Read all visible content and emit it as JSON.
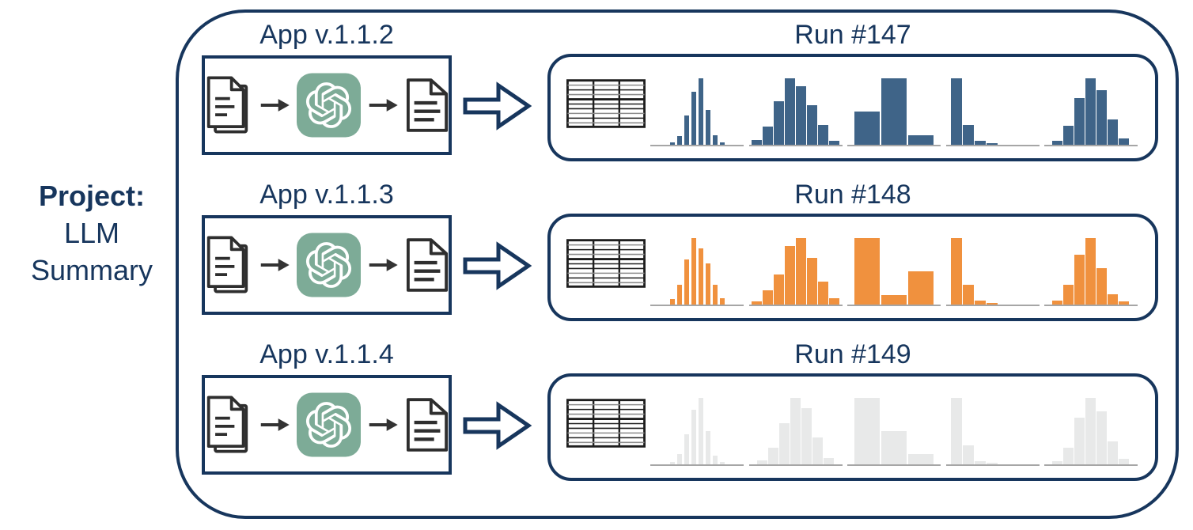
{
  "project": {
    "title": "Project:",
    "line1": "LLM",
    "line2": "Summary"
  },
  "colors": {
    "navy": "#17365d",
    "blue_hist": "#3F6488",
    "orange_hist": "#F0913E",
    "gray_hist": "#E8E9E9",
    "openai_teal": "#7DAB97",
    "icon_stroke": "#2e2e2e",
    "baseline_gray": "#a6a6a6"
  },
  "icons": {
    "doc_stack": "documents-input-icon",
    "openai": "openai-logo-icon",
    "doc_out": "document-output-icon",
    "mini_arrow": "right-arrow-icon",
    "flow_arrow": "block-arrow-right-icon",
    "table": "results-table-icon"
  },
  "rows": [
    {
      "app_label": "App v.1.1.2",
      "run_label": "Run #147",
      "color": "#3F6488",
      "histograms": [
        {
          "name": "narrow-spike-histogram",
          "values": [
            0.03,
            0.13,
            0.44,
            0.8,
            1.0,
            0.52,
            0.14,
            0.03
          ]
        },
        {
          "name": "bell-histogram",
          "values": [
            0.07,
            0.27,
            0.65,
            1.0,
            0.88,
            0.6,
            0.3,
            0.06
          ]
        },
        {
          "name": "wide-bins-histogram",
          "values": [
            0.5,
            1.0,
            0.14
          ]
        },
        {
          "name": "decay-histogram",
          "values": [
            1.0,
            0.3,
            0.06,
            0.02
          ]
        },
        {
          "name": "bell-histogram",
          "values": [
            0.06,
            0.28,
            0.7,
            1.0,
            0.82,
            0.38,
            0.1
          ]
        }
      ]
    },
    {
      "app_label": "App v.1.1.3",
      "run_label": "Run #148",
      "color": "#F0913E",
      "histograms": [
        {
          "name": "narrow-spike-histogram",
          "values": [
            0.08,
            0.3,
            0.68,
            1.0,
            0.85,
            0.62,
            0.3,
            0.1
          ]
        },
        {
          "name": "bell-histogram",
          "values": [
            0.05,
            0.22,
            0.45,
            0.88,
            1.0,
            0.7,
            0.35,
            0.1
          ]
        },
        {
          "name": "wide-bins-histogram",
          "values": [
            1.0,
            0.14,
            0.5
          ]
        },
        {
          "name": "decay-histogram",
          "values": [
            1.0,
            0.3,
            0.06,
            0.02
          ]
        },
        {
          "name": "bell-histogram",
          "values": [
            0.06,
            0.3,
            0.75,
            1.0,
            0.55,
            0.16,
            0.05
          ]
        }
      ]
    },
    {
      "app_label": "App v.1.1.4",
      "run_label": "Run #149",
      "color": "#E8E9E9",
      "histograms": [
        {
          "name": "narrow-spike-histogram",
          "values": [
            0.04,
            0.15,
            0.45,
            0.82,
            1.0,
            0.5,
            0.13,
            0.03
          ]
        },
        {
          "name": "bell-histogram",
          "values": [
            0.06,
            0.25,
            0.62,
            1.0,
            0.85,
            0.4,
            0.1
          ]
        },
        {
          "name": "wide-bins-histogram",
          "values": [
            1.0,
            0.5,
            0.15
          ]
        },
        {
          "name": "decay-histogram",
          "values": [
            1.0,
            0.28,
            0.05,
            0.02
          ]
        },
        {
          "name": "bell-histogram",
          "values": [
            0.05,
            0.25,
            0.7,
            1.0,
            0.8,
            0.35,
            0.08
          ]
        }
      ]
    }
  ]
}
